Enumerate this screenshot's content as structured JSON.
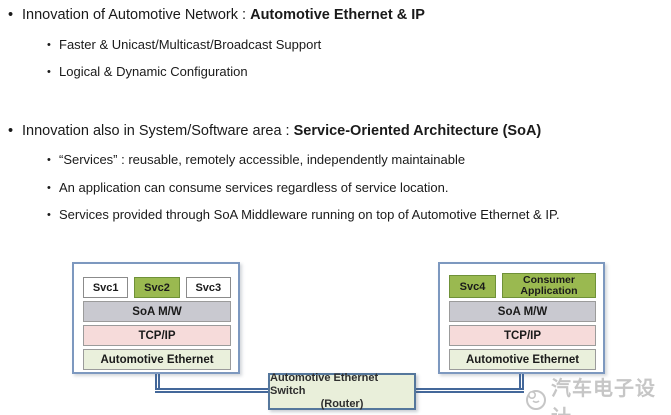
{
  "bullets": [
    {
      "prefix": "Innovation of Automotive Network : ",
      "emphasis": "Automotive Ethernet & IP",
      "subs": [
        "Faster & Unicast/Multicast/Broadcast Support",
        "Logical & Dynamic Configuration"
      ]
    },
    {
      "prefix": "Innovation also in System/Software area : ",
      "emphasis": "Service-Oriented Architecture (SoA)",
      "subs": [
        "“Services” : reusable, remotely accessible, independently maintainable",
        "An application can consume services regardless of service location.",
        "Services provided through SoA Middleware running on top of Automotive Ethernet & IP."
      ]
    }
  ],
  "diagram": {
    "left_node": {
      "services": [
        "Svc1",
        "Svc2",
        "Svc3"
      ],
      "highlighted_service": "Svc2",
      "layers": [
        "SoA M/W",
        "TCP/IP",
        "Automotive Ethernet"
      ]
    },
    "right_node": {
      "services": [
        "Svc4",
        "Consumer Application"
      ],
      "layers": [
        "SoA M/W",
        "TCP/IP",
        "Automotive Ethernet"
      ]
    },
    "switch_label_line1": "Automotive Ethernet Switch",
    "switch_label_line2": "(Router)"
  },
  "colors": {
    "service_green": "#9ab950",
    "service_green_border": "#6f9138",
    "soa_layer": "#c9c9d0",
    "tcp_layer": "#f6dbda",
    "ethernet_layer": "#eaf0dc",
    "node_border": "#7d98bf",
    "switch_bg": "#e9efda",
    "switch_border": "#55779c",
    "connector": "#44689a",
    "watermark_gray": "#c6c6c6"
  },
  "watermark": {
    "text": "汽车电子设计"
  }
}
